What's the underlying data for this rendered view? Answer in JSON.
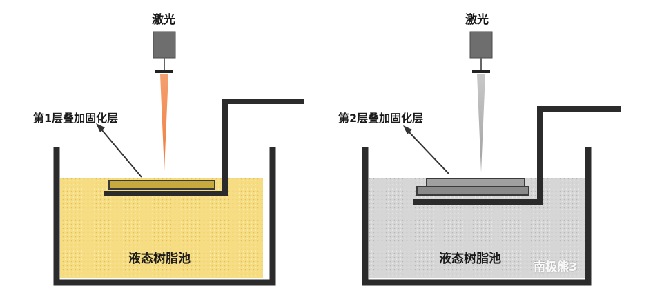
{
  "left_panel": {
    "laser_label": "激光",
    "layer_label": "第1层叠加固化层",
    "vat_label": "液态树脂池",
    "beam_color": "#f08a4a",
    "resin_color": "#f6dc82"
  },
  "right_panel": {
    "laser_label": "激光",
    "layer_label": "第2层叠加固化层",
    "vat_label": "液态树脂池",
    "beam_color": "#a9a9a9",
    "resin_color": "#d6d6d6"
  },
  "watermark": "南极熊3"
}
